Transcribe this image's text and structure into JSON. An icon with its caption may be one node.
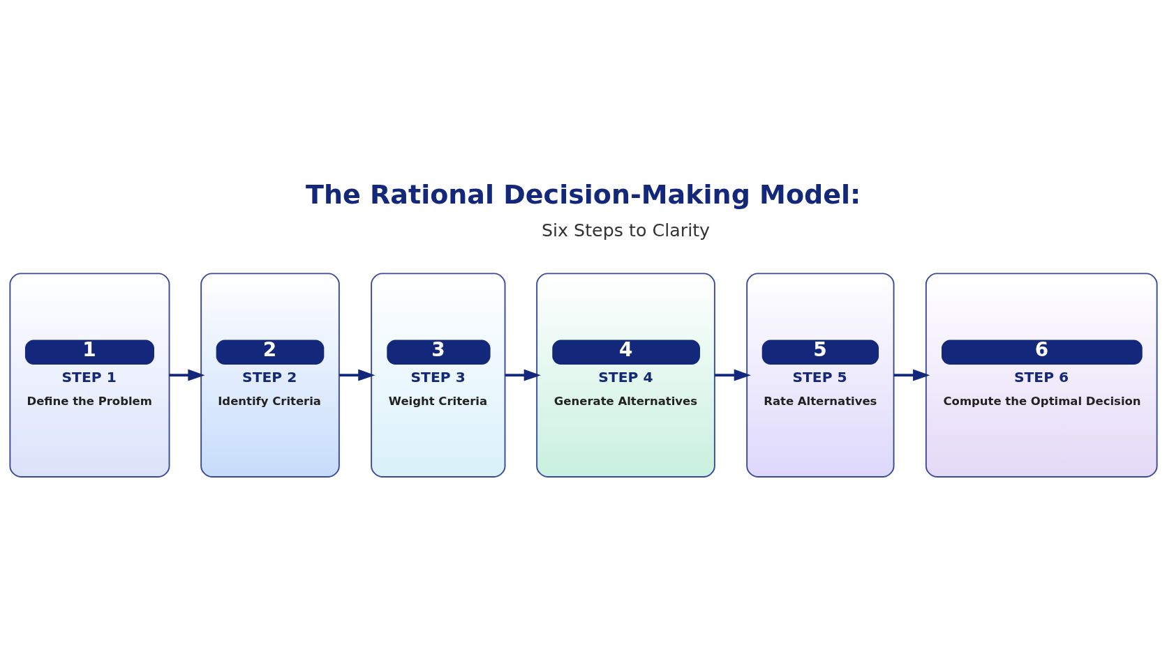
{
  "diagram": {
    "title": "The Rational Decision-Making Model:",
    "nodes": [
      {
        "text": [
          "1",
          "STEP 1",
          "Define the Problem"
        ]
      },
      {
        "text": [
          "2",
          "STEP 2",
          "Identify Criteria"
        ]
      },
      {
        "text": [
          "3",
          "STEP 3",
          "Weight Criteria"
        ]
      },
      {
        "text": [
          "4",
          "STEP 4",
          "Generate Alternatives"
        ]
      },
      {
        "text": [
          "5",
          "STEP 5",
          "Rate Alternatives"
        ]
      },
      {
        "text": [
          "6",
          "STEP 6",
          "Compute the Optimal Decision"
        ]
      }
    ],
    "edges": [
      {
        "from": 0,
        "to": 1,
        "arrow": "to"
      },
      {
        "from": 1,
        "to": 2,
        "arrow": "to"
      },
      {
        "from": 2,
        "to": 3,
        "arrow": "to"
      },
      {
        "from": 3,
        "to": 4,
        "arrow": "to"
      },
      {
        "from": 4,
        "to": 5,
        "arrow": "to"
      }
    ],
    "labels": [
      "Six Steps to Clarity"
    ]
  }
}
